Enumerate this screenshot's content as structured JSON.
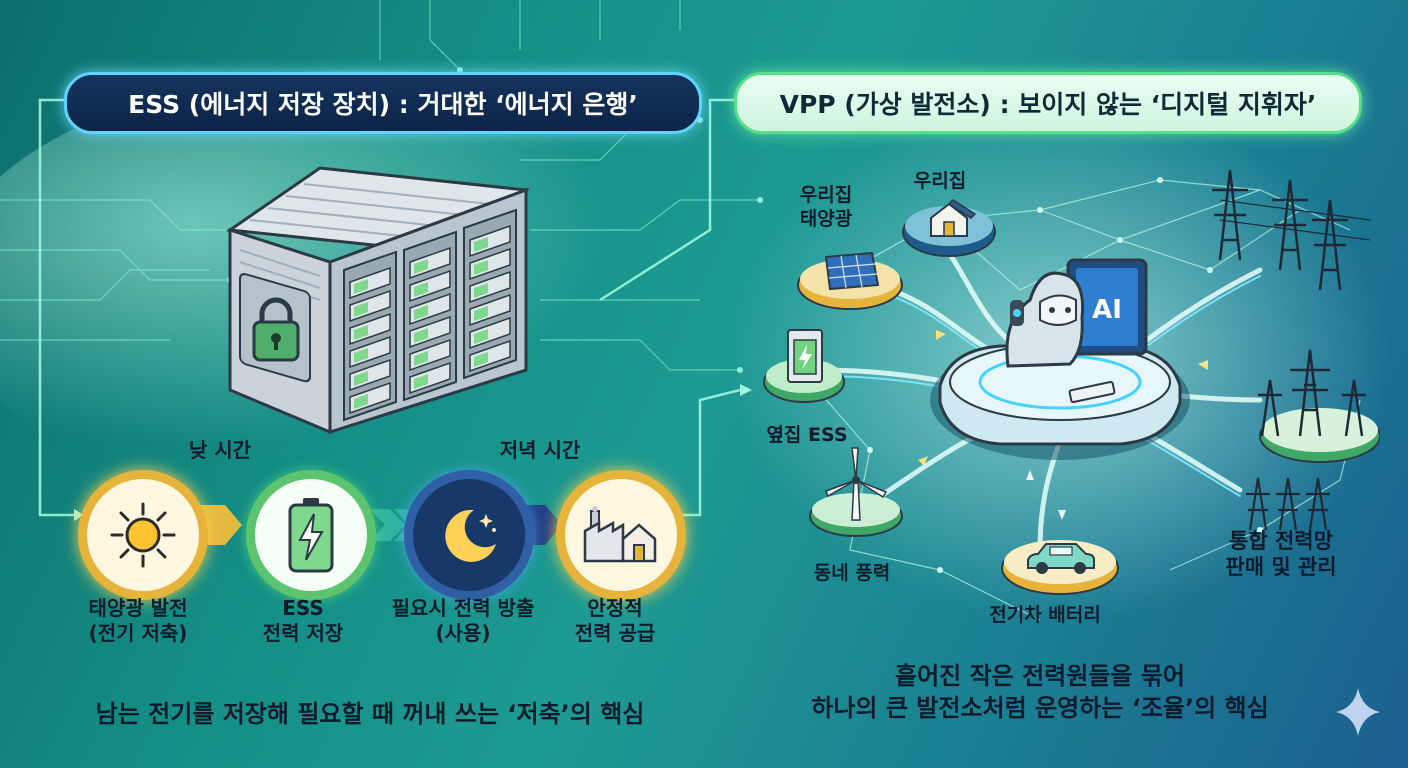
{
  "ess": {
    "title": "ESS (에너지 저장 장치) : 거대한 ‘에너지 은행’",
    "day_label": "낮 시간",
    "evening_label": "저녁 시간",
    "steps": [
      {
        "label_line1": "태양광 발전",
        "label_line2": "(전기 저축)",
        "icon": "sun-icon"
      },
      {
        "label_line1": "ESS",
        "label_line2": "전력 저장",
        "icon": "battery-icon"
      },
      {
        "label_line1": "필요시 전력 방출",
        "label_line2": "(사용)",
        "icon": "moon-icon"
      },
      {
        "label_line1": "안정적",
        "label_line2": "전력 공급",
        "icon": "factory-house-icon"
      }
    ],
    "summary": "남는 전기를 저장해 필요할 때 꺼내 쓰는 ‘저축’의 핵심"
  },
  "vpp": {
    "title": "VPP (가상 발전소) : 보이지 않는 ‘디지털 지휘자’",
    "ai_label": "AI",
    "nodes": {
      "solar_line1": "우리집",
      "solar_line2": "태양광",
      "house": "우리집",
      "neighbor_ess": "옆집 ESS",
      "wind": "동네 풍력",
      "ev": "전기차 배터리",
      "grid_line1": "통합 전력망",
      "grid_line2": "판매 및 관리"
    },
    "summary_line1": "흩어진 작은 전력원들을 묶어",
    "summary_line2": "하나의 큰 발전소처럼 운영하는 ‘조율’의 핵심"
  },
  "colors": {
    "navy": "#13345e",
    "glow_cyan": "#5fd4ff",
    "glow_green": "#56e08b",
    "gold": "#e6b43a",
    "battery_green": "#5cc46e"
  }
}
